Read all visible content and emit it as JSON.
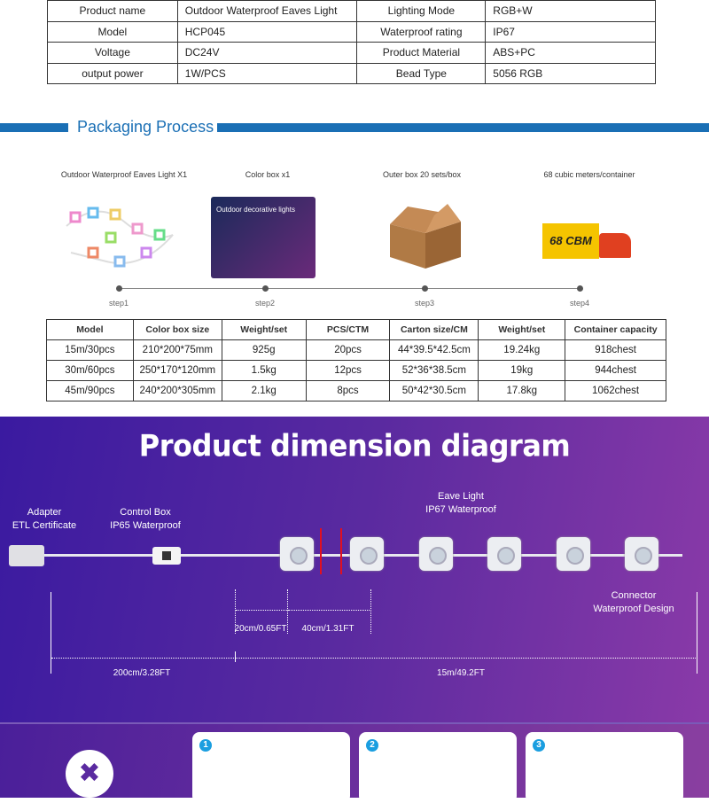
{
  "spec_table": [
    [
      "Product name",
      "Outdoor Waterproof Eaves Light",
      "Lighting Mode",
      "RGB+W"
    ],
    [
      "Model",
      "HCP045",
      "Waterproof rating",
      "IP67"
    ],
    [
      "Voltage",
      "DC24V",
      "Product Material",
      "ABS+PC"
    ],
    [
      "output power",
      "1W/PCS",
      "Bead Type",
      "5056 RGB"
    ]
  ],
  "packaging": {
    "title": "Packaging Process",
    "steps": [
      {
        "title": "Outdoor Waterproof Eaves Light  X1",
        "label": "step1"
      },
      {
        "title": "Color box x1",
        "label": "step2"
      },
      {
        "title": "Outer box 20 sets/box",
        "label": "step3"
      },
      {
        "title": "68 cubic meters/container",
        "label": "step4"
      }
    ],
    "box_text": "Outdoor decorative lights",
    "truck_text": "68 CBM",
    "headers": [
      "Model",
      "Color box size",
      "Weight/set",
      "PCS/CTM",
      "Carton size/CM",
      "Weight/set",
      "Container capacity"
    ],
    "rows": [
      [
        "15m/30pcs",
        "210*200*75mm",
        "925g",
        "20pcs",
        "44*39.5*42.5cm",
        "19.24kg",
        "918chest"
      ],
      [
        "30m/60pcs",
        "250*170*120mm",
        "1.5kg",
        "12pcs",
        "52*36*38.5cm",
        "19kg",
        "944chest"
      ],
      [
        "45m/90pcs",
        "240*200*305mm",
        "2.1kg",
        "8pcs",
        "50*42*30.5cm",
        "17.8kg",
        "1062chest"
      ]
    ]
  },
  "dimension": {
    "title": "Product dimension diagram",
    "adapter": [
      "Adapter",
      "ETL Certificate"
    ],
    "control": [
      "Control Box",
      "IP65 Waterproof"
    ],
    "eave": [
      "Eave Light",
      "IP67 Waterproof"
    ],
    "connector": [
      "Connector",
      "Waterproof Design"
    ],
    "spacing1": "20cm/0.65FT",
    "spacing2": "40cm/1.31FT",
    "lead": "200cm/3.28FT",
    "length": "15m/49.2FT"
  },
  "install": {
    "steps": [
      "1",
      "2",
      "3"
    ]
  },
  "colors": {
    "accent": "#1a6fb5",
    "purple": "#5a2aa0"
  }
}
